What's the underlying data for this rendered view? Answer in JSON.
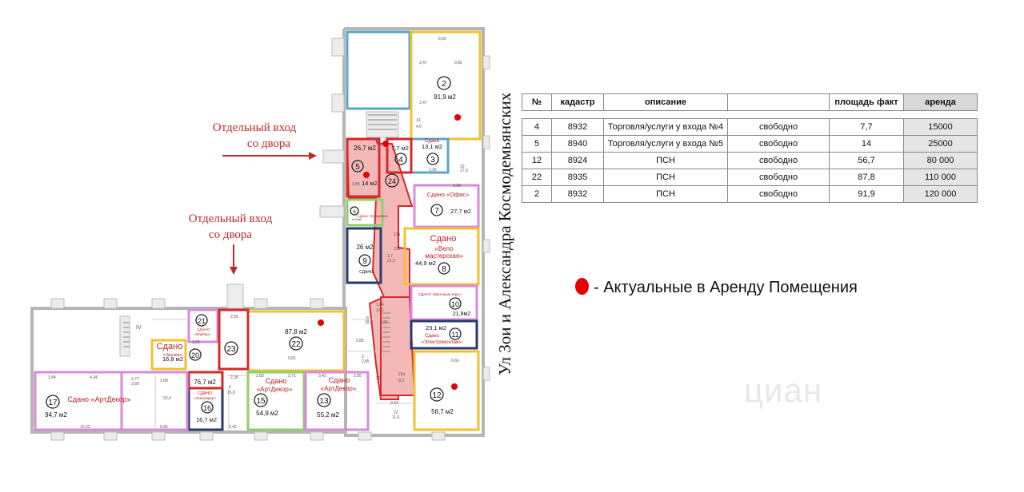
{
  "annotations": {
    "entrance_1_line1": "Отдельный вход",
    "entrance_1_line2": "со двора",
    "entrance_2_line1": "Отдельный вход",
    "entrance_2_line2": "со двора",
    "street": "Ул Зои и Александра Космодемьянских"
  },
  "rooms": [
    {
      "no": "2",
      "area": "91,9 м2"
    },
    {
      "no": "3",
      "area": "13,1 м2",
      "status": "Сдано"
    },
    {
      "no": "4",
      "area": "7,7 м2"
    },
    {
      "no": "5",
      "area": "14 м2"
    },
    {
      "no": "24",
      "area": "26,7 м2"
    },
    {
      "no": "6",
      "area": "4,3 м2",
      "status": "Сдано «Кладовка»"
    },
    {
      "no": "7",
      "area": "27,7 м2",
      "status": "Сдано «Офис»"
    },
    {
      "no": "8",
      "area": "44,9 м2",
      "status": "Сдано",
      "status2": "«Вело",
      "status3": "мастерская»"
    },
    {
      "no": "9",
      "area": "26 м2",
      "status": "СДАНО"
    },
    {
      "no": "10",
      "area": "21,9м2",
      "status": "СДАНО «Винтовые игры»"
    },
    {
      "no": "11",
      "area": "23,1 м2",
      "status": "Сдано",
      "status2": "«Электромонтаж»"
    },
    {
      "no": "12",
      "area": "56,7 м2"
    },
    {
      "no": "13",
      "area": "55,2 м2",
      "status": "Сдано",
      "status2": "«АртДекор»"
    },
    {
      "no": "15",
      "area": "54,9 м2",
      "status": "Сдано",
      "status2": "«АртДекор»"
    },
    {
      "no": "16",
      "area": "16,7 м2",
      "status": "СДАНО",
      "status2": "«Зоналидер»"
    },
    {
      "no": "17",
      "area": "94,7 м2",
      "status": "Сдано «АртДекор»"
    },
    {
      "no": "20",
      "area": "16,8 м2",
      "status": "Сдано",
      "status2": "«Уралкон»"
    },
    {
      "no": "21",
      "area": "",
      "status": "СДАНО",
      "status2": "«Барбер»"
    },
    {
      "no": "22",
      "area": "87,8 м2"
    },
    {
      "no": "23",
      "area": "76,7 м2"
    }
  ],
  "table": {
    "headers": [
      "№",
      "кадастр",
      "описание",
      "",
      "площадь факт",
      "аренда"
    ],
    "rows": [
      [
        "4",
        "8932",
        "Торговля/услуги у входа №4",
        "свободно",
        "7,7",
        "15000"
      ],
      [
        "5",
        "8940",
        "Торговля/услуги у входа №5",
        "свободно",
        "14",
        "25000"
      ],
      [
        "12",
        "8924",
        "ПСН",
        "свободно",
        "56,7",
        "80 000"
      ],
      [
        "22",
        "8935",
        "ПСН",
        "свободно",
        "87,8",
        "110 000"
      ],
      [
        "2",
        "8932",
        "ПСН",
        "свободно",
        "91,9",
        "120 000"
      ]
    ]
  },
  "legend": {
    "text": "- Актуальные в Аренду Помещения",
    "dot_color": "#e60000"
  },
  "watermark": "циан",
  "colors": {
    "yellow": "#f2c12e",
    "pink": "#d98ad9",
    "blue": "#5aa6c8",
    "navy": "#2a3a6a",
    "red": "#d42a2a",
    "green": "#8fcf6a",
    "highlight": "#f4b8b8"
  }
}
